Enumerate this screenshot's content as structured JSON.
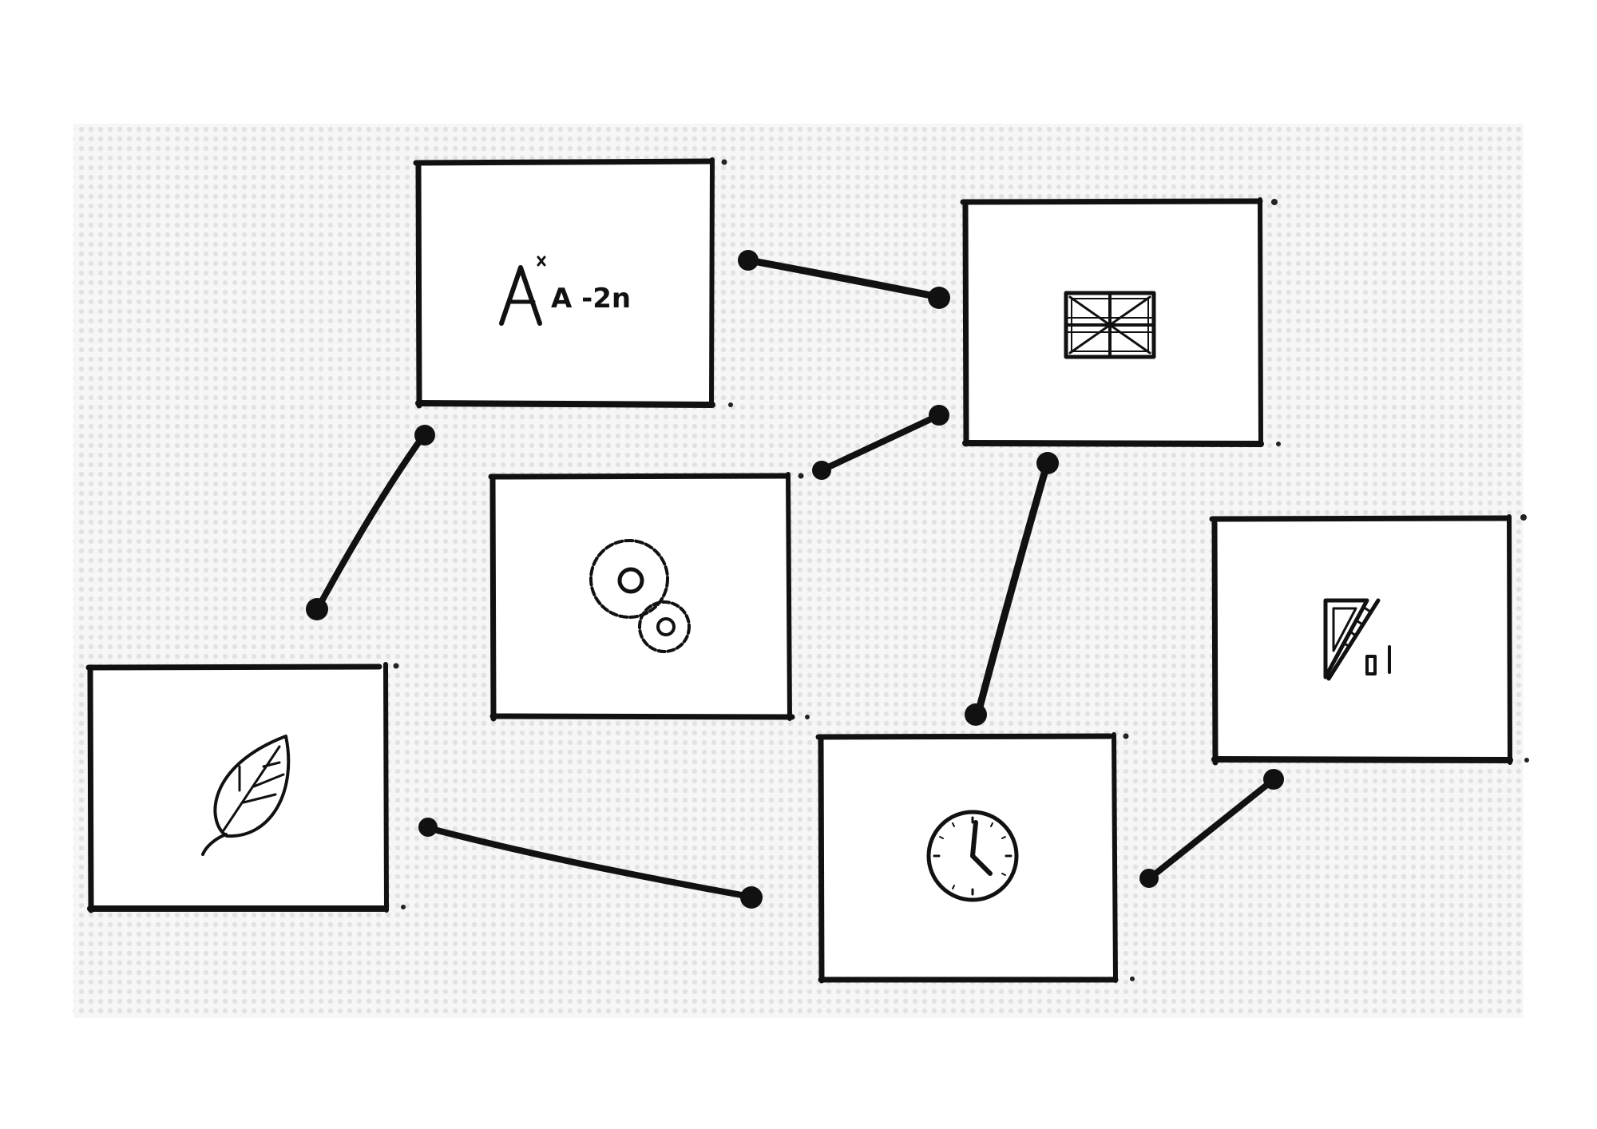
{
  "canvas": {
    "background": "#ffffff",
    "grid_area_color": "#f4f4f4",
    "grid_dot_color": "#e2e2e2",
    "ink_color": "#111111"
  },
  "cards": [
    {
      "id": "card-typography",
      "icon": "typography-icon",
      "label": "A -2n"
    },
    {
      "id": "card-window-grid",
      "icon": "window-grid-icon"
    },
    {
      "id": "card-gears",
      "icon": "gears-icon"
    },
    {
      "id": "card-leaf",
      "icon": "leaf-icon"
    },
    {
      "id": "card-clock",
      "icon": "clock-icon"
    },
    {
      "id": "card-ruler-triangle",
      "icon": "ruler-triangle-icon"
    }
  ],
  "connectors": [
    {
      "from": "card-typography",
      "to": "card-window-grid"
    },
    {
      "from": "card-typography",
      "to": "card-leaf"
    },
    {
      "from": "card-gears",
      "to": "card-window-grid"
    },
    {
      "from": "card-window-grid",
      "to": "card-clock"
    },
    {
      "from": "card-leaf",
      "to": "card-clock"
    },
    {
      "from": "card-clock",
      "to": "card-ruler-triangle"
    }
  ]
}
